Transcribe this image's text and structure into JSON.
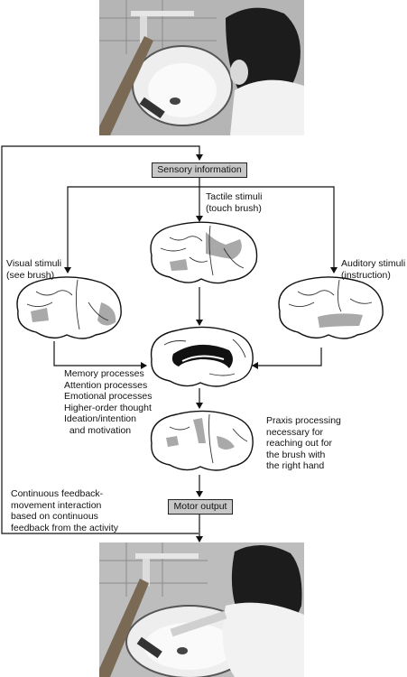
{
  "diagram": {
    "sensory_box": "Sensory information",
    "motor_box": "Motor output",
    "tactile_label": "Tactile stimuli\n(touch brush)",
    "visual_label": "Visual stimuli\n(see brush)",
    "auditory_label": "Auditory stimuli\n(instruction)",
    "memory_label": "Memory processes\nAttention processes\nEmotional processes\nHigher-order thought\nIdeation/intention\n  and motivation",
    "praxis_label": "Praxis processing\nnecessary for\nreaching out for\nthe brush with\nthe right hand",
    "feedback_label": "Continuous feedback-\nmovement interaction\nbased on continuous\nfeedback from the activity"
  },
  "colors": {
    "brain_fill": "#ffffff",
    "brain_highlight": "#a9a9a9",
    "box_fill": "#c8c8c8",
    "line": "#111111"
  },
  "icons": {
    "top_photo": "woman-at-sink-photo",
    "bottom_photo": "woman-reaching-brush-photo"
  }
}
